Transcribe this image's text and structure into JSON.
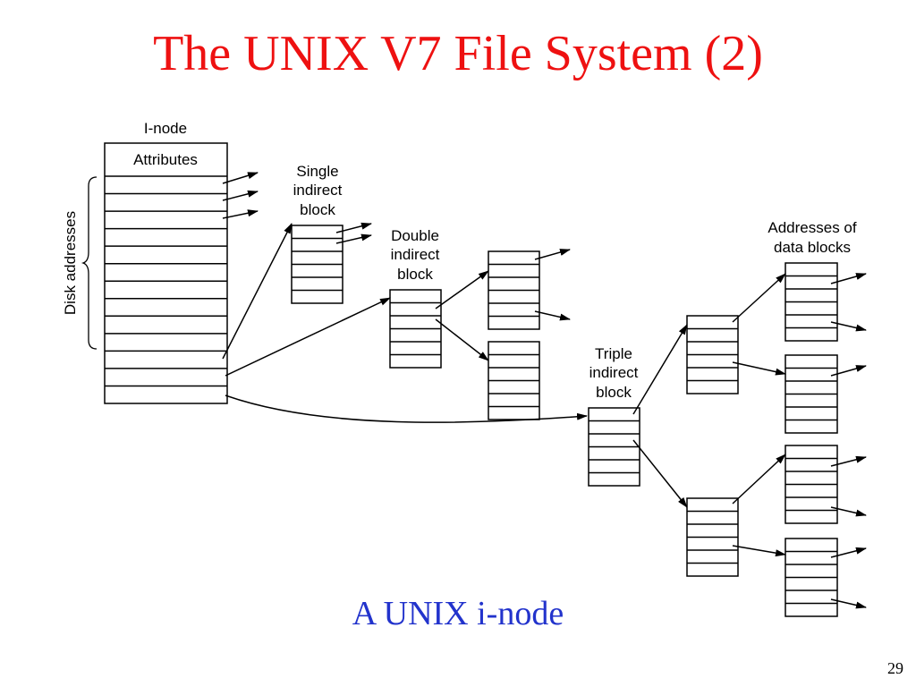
{
  "slide": {
    "title": "The UNIX V7 File System (2)",
    "caption": "A UNIX i-node",
    "page_number": "29"
  },
  "diagram": {
    "inode_label": "I-node",
    "attributes_label": "Attributes",
    "disk_addresses_label": "Disk addresses",
    "single_indirect_label": [
      "Single",
      "indirect",
      "block"
    ],
    "double_indirect_label": [
      "Double",
      "indirect",
      "block"
    ],
    "triple_indirect_label": [
      "Triple",
      "indirect",
      "block"
    ],
    "data_blocks_label": [
      "Addresses of",
      "data blocks"
    ]
  },
  "colors": {
    "title": "#ee1111",
    "caption": "#2233cc",
    "lines": "#000000"
  }
}
